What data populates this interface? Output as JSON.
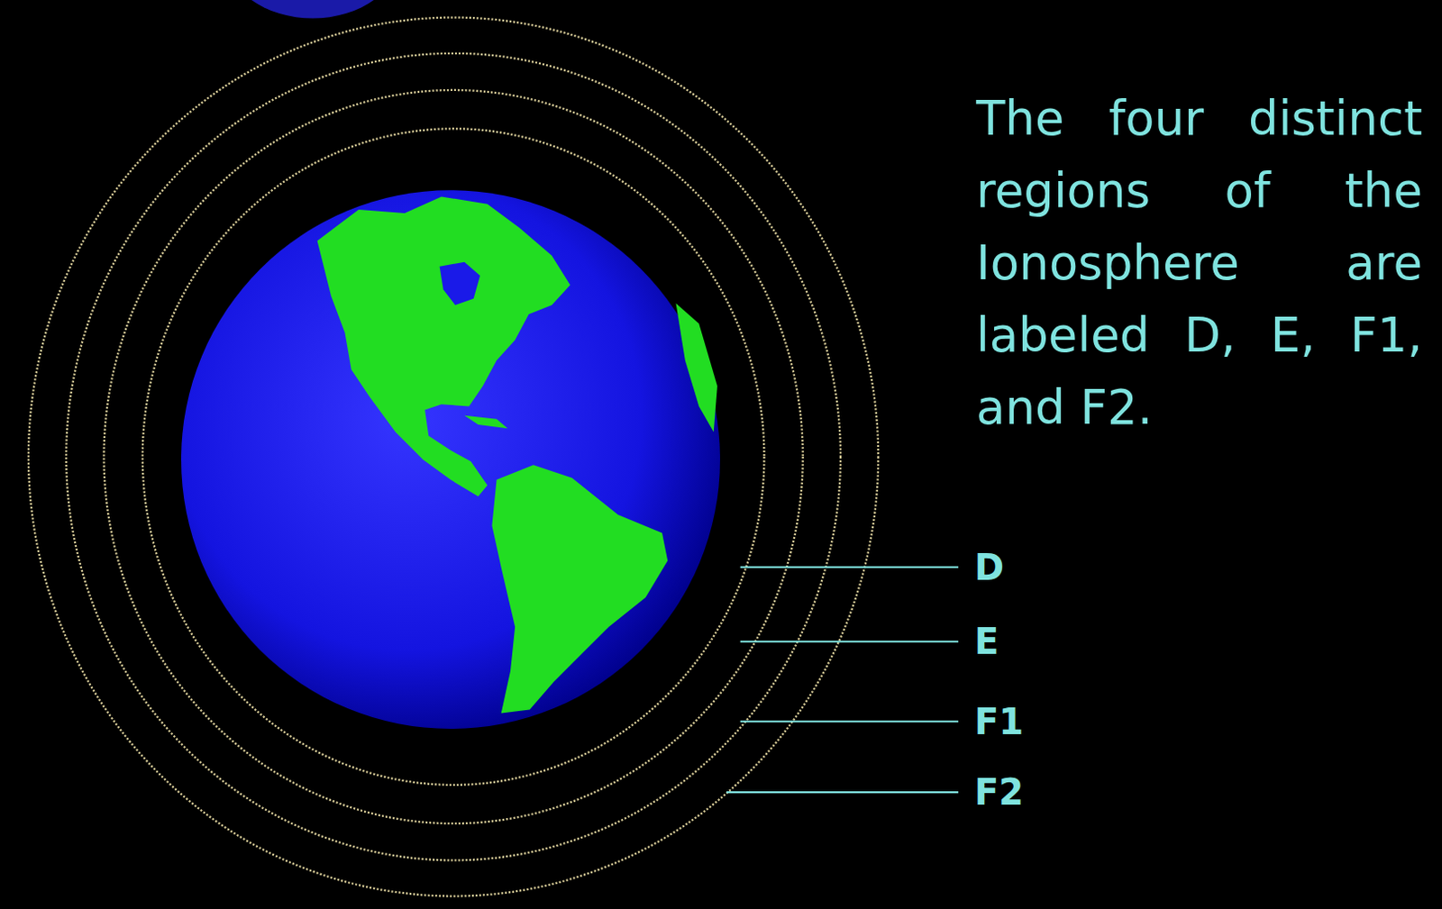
{
  "diagram": {
    "title": "The four distinct regions of the Ionosphere are labeled D, E, F1, and F2.",
    "labels": [
      "D",
      "E",
      "F1",
      "F2"
    ]
  }
}
